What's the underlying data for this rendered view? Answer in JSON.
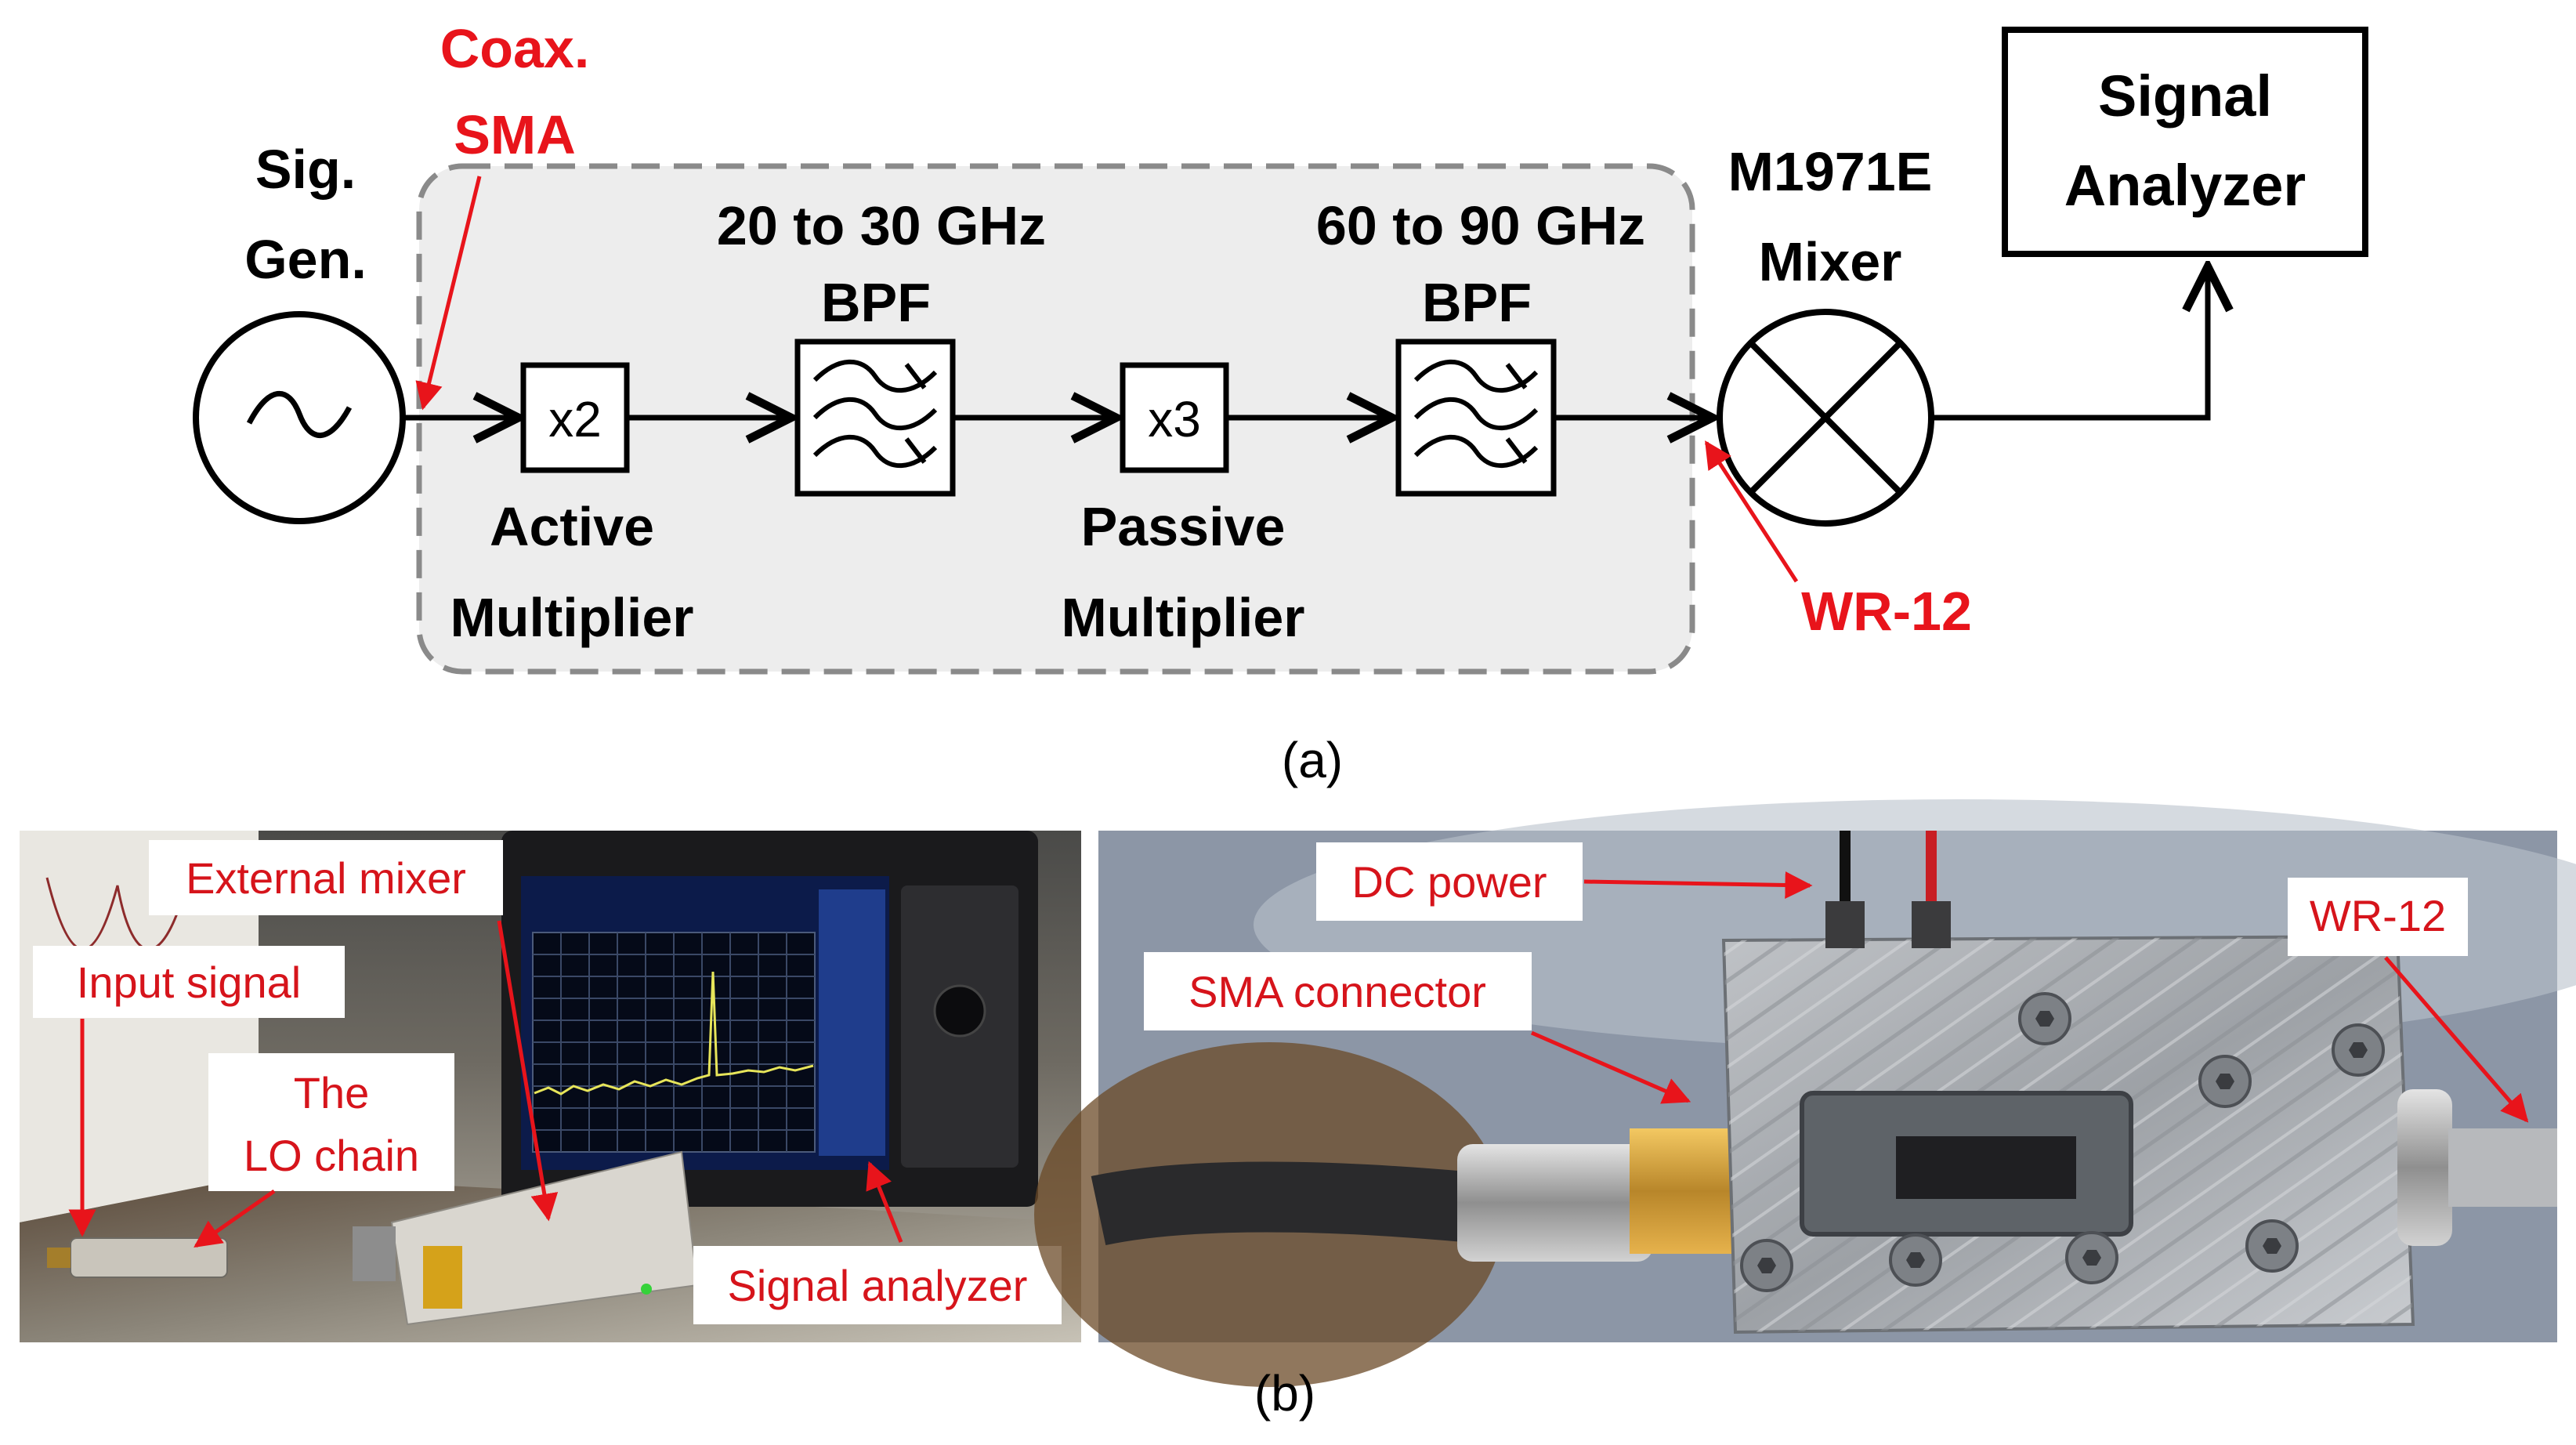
{
  "diagram_a": {
    "coax_line1": "Coax.",
    "coax_line2": "SMA",
    "siggen_line1": "Sig.",
    "siggen_line2": "Gen.",
    "x2": "x2",
    "x3": "x3",
    "bpf1_line1": "20 to 30 GHz",
    "bpf1_line2": "BPF",
    "bpf2_line1": "60 to 90 GHz",
    "bpf2_line2": "BPF",
    "active_line1": "Active",
    "active_line2": "Multiplier",
    "passive_line1": "Passive",
    "passive_line2": "Multiplier",
    "mixer_line1": "M1971E",
    "mixer_line2": "Mixer",
    "analyzer_line1": "Signal",
    "analyzer_line2": "Analyzer",
    "wr12": "WR-12",
    "caption": "(a)",
    "colors": {
      "accent_red": "#e8141b",
      "box_fill": "#ededed",
      "dash": "#8a8a8a"
    }
  },
  "photos_b": {
    "left_labels": {
      "external_mixer": "External mixer",
      "input_signal": "Input signal",
      "lo_chain_line1": "The",
      "lo_chain_line2": "LO chain",
      "signal_analyzer": "Signal analyzer"
    },
    "right_labels": {
      "dc_power": "DC power",
      "sma_connector": "SMA connector",
      "wr12": "WR-12"
    },
    "caption": "(b)"
  }
}
